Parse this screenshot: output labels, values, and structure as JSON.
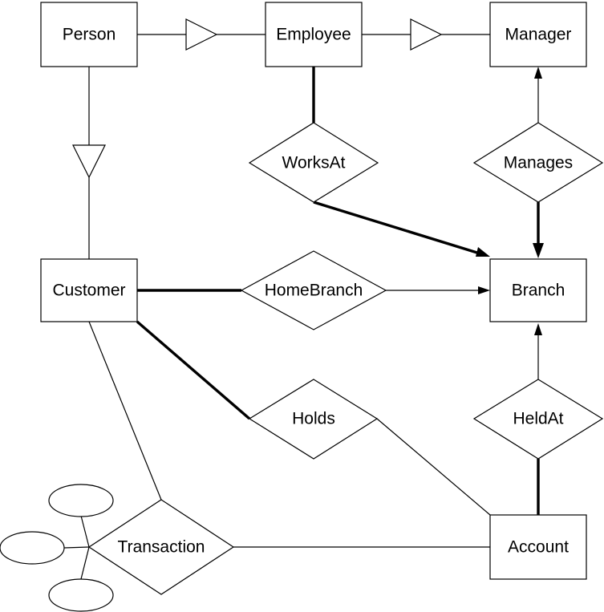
{
  "entities": {
    "person": "Person",
    "employee": "Employee",
    "manager": "Manager",
    "customer": "Customer",
    "branch": "Branch",
    "account": "Account"
  },
  "relationships": {
    "works_at": "WorksAt",
    "manages": "Manages",
    "home_branch": "HomeBranch",
    "holds": "Holds",
    "held_at": "HeldAt",
    "transaction": "Transaction"
  },
  "attributes": {
    "transaction_attributes": [
      "",
      "",
      ""
    ]
  },
  "connections": [
    {
      "from": "Employee",
      "to": "Person",
      "kind": "isa"
    },
    {
      "from": "Manager",
      "to": "Employee",
      "kind": "isa"
    },
    {
      "from": "Customer",
      "to": "Person",
      "kind": "isa"
    },
    {
      "from": "Employee",
      "to": "WorksAt",
      "kind": "total-participation"
    },
    {
      "from": "WorksAt",
      "to": "Branch",
      "kind": "key-constraint-total"
    },
    {
      "from": "Manages",
      "to": "Manager",
      "kind": "key-constraint"
    },
    {
      "from": "Manages",
      "to": "Branch",
      "kind": "key-constraint-total"
    },
    {
      "from": "Customer",
      "to": "HomeBranch",
      "kind": "total-participation"
    },
    {
      "from": "HomeBranch",
      "to": "Branch",
      "kind": "key-constraint"
    },
    {
      "from": "Customer",
      "to": "Holds",
      "kind": "total-participation"
    },
    {
      "from": "Holds",
      "to": "Account",
      "kind": "plain"
    },
    {
      "from": "Account",
      "to": "HeldAt",
      "kind": "total-participation"
    },
    {
      "from": "HeldAt",
      "to": "Branch",
      "kind": "key-constraint"
    },
    {
      "from": "Customer",
      "to": "Transaction",
      "kind": "plain"
    },
    {
      "from": "Transaction",
      "to": "Account",
      "kind": "plain"
    }
  ]
}
